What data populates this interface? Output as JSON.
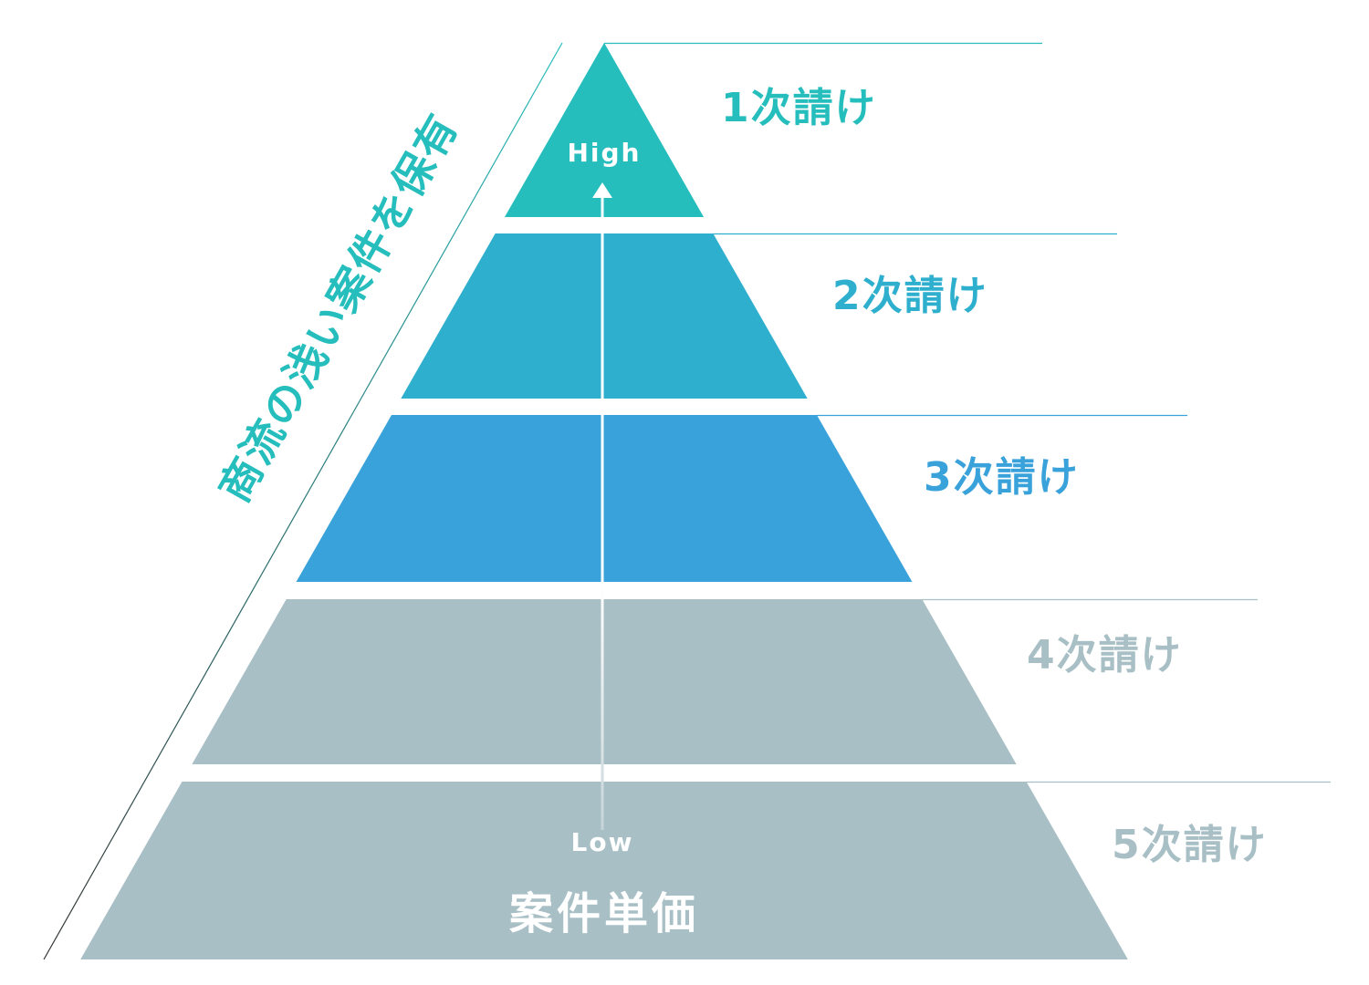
{
  "side_caption": "商流の浅い案件を保有",
  "axis": {
    "top_label": "High",
    "bottom_label": "Low",
    "title": "案件単価"
  },
  "tiers": [
    {
      "label": "1次請け",
      "color": "#26bdbd"
    },
    {
      "label": "2次請け",
      "color": "#2fafce"
    },
    {
      "label": "3次請け",
      "color": "#3aa2db"
    },
    {
      "label": "4次請け",
      "color": "#a8bfc5"
    },
    {
      "label": "5次請け",
      "color": "#a8bfc5"
    }
  ]
}
